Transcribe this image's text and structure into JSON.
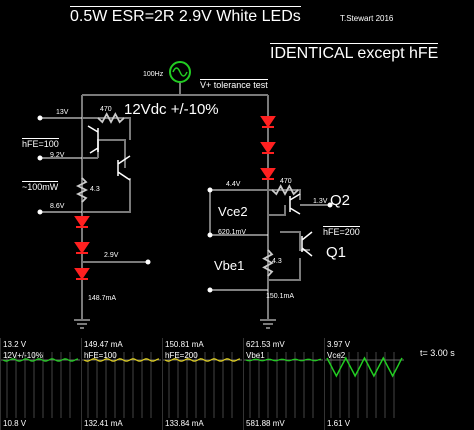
{
  "header": {
    "title": "0.5W ESR=2R 2.9V White LEDs",
    "author": "T.Stewart 2016",
    "subtitle": "IDENTICAL except hFE"
  },
  "circuit": {
    "source_freq": "100Hz",
    "tolerance_label": "V+ tolerance test",
    "supply_label": "12Vdc +/-10%",
    "left": {
      "v_top": "13V",
      "resistor1": "470",
      "hfe": "hFE=100",
      "v_9_2": "9.2V",
      "power": "~100mW",
      "resistor2": "4.3",
      "v_8_6": "8.6V",
      "v_2_9": "2.9V",
      "current": "148.7mA"
    },
    "right": {
      "v_4_4": "4.4V",
      "resistor1": "470",
      "v_1_3": "1.3V",
      "q2_label": "Q2",
      "vce2_label": "Vce2",
      "vce2_value": "620.1mV",
      "hfe": "hFE=200",
      "q1_label": "Q1",
      "vbe1_label": "Vbe1",
      "resistor2": "4.3",
      "current": "150.1mA"
    }
  },
  "scopes": [
    {
      "top": "13.2 V",
      "label": "12V+/-10%",
      "bottom": "10.8 V",
      "color": "#22cc22"
    },
    {
      "top": "149.47 mA",
      "label": "hFE=100",
      "bottom": "132.41 mA",
      "color": "#e0d020"
    },
    {
      "top": "150.81 mA",
      "label": "hFE=200",
      "bottom": "133.84 mA",
      "color": "#e0d020"
    },
    {
      "top": "621.53 mV",
      "label": "Vbe1",
      "bottom": "581.88 mV",
      "color": "#22cc22"
    },
    {
      "top": "3.97 V",
      "label": "Vce2",
      "bottom": "1.61 V",
      "color": "#22cc22"
    }
  ],
  "sim_time": "t= 3.00 s",
  "colors": {
    "wire": "#7a7a7a",
    "led": "#ff2020",
    "resistor": "#cccccc",
    "source": "#22cc22",
    "node": "#ffffff"
  }
}
